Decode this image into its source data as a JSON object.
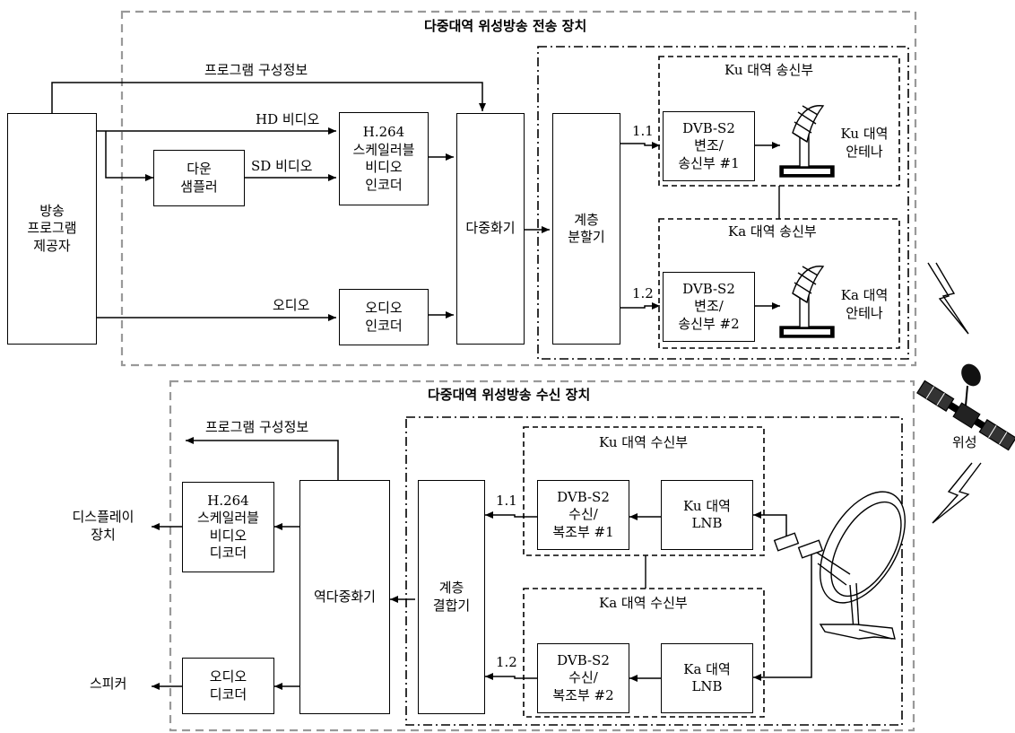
{
  "transmitter": {
    "title": "다중대역 위성방송 전송 장치",
    "provider": "방송\n프로그램\n제공자",
    "program_info": "프로그램 구성정보",
    "hd_video": "HD 비디오",
    "sd_video": "SD 비디오",
    "audio": "오디오",
    "downsampler": "다운\n샘플러",
    "h264_encoder": "H.264\n스케일러블\n비디오\n인코더",
    "audio_encoder": "오디오\n인코더",
    "multiplexer": "다중화기",
    "layer_splitter": "계층\n분할기",
    "path_1": "1.1",
    "path_2": "1.2",
    "ku_section": "Ku 대역 송신부",
    "ka_section": "Ka 대역 송신부",
    "ku_modulator": "DVB-S2\n변조/\n송신부 #1",
    "ka_modulator": "DVB-S2\n변조/\n송신부 #2",
    "ku_antenna": "Ku 대역\n안테나",
    "ka_antenna": "Ka 대역\n안테나"
  },
  "satellite": {
    "label": "위성"
  },
  "receiver": {
    "title": "다중대역 위성방송 수신 장치",
    "program_info": "프로그램 구성정보",
    "display": "디스플레이\n장치",
    "speaker": "스피커",
    "h264_decoder": "H.264\n스케일러블\n비디오\n디코더",
    "audio_decoder": "오디오\n디코더",
    "demultiplexer": "역다중화기",
    "layer_combiner": "계층\n결합기",
    "path_1": "1.1",
    "path_2": "1.2",
    "ku_section": "Ku 대역 수신부",
    "ka_section": "Ka 대역 수신부",
    "ku_demod": "DVB-S2\n수신/\n복조부 #1",
    "ka_demod": "DVB-S2\n수신/\n복조부 #2",
    "ku_lnb": "Ku 대역\nLNB",
    "ka_lnb": "Ka 대역\nLNB"
  },
  "colors": {
    "line": "#000000",
    "dashed_outer": "#999999",
    "background": "#ffffff"
  }
}
